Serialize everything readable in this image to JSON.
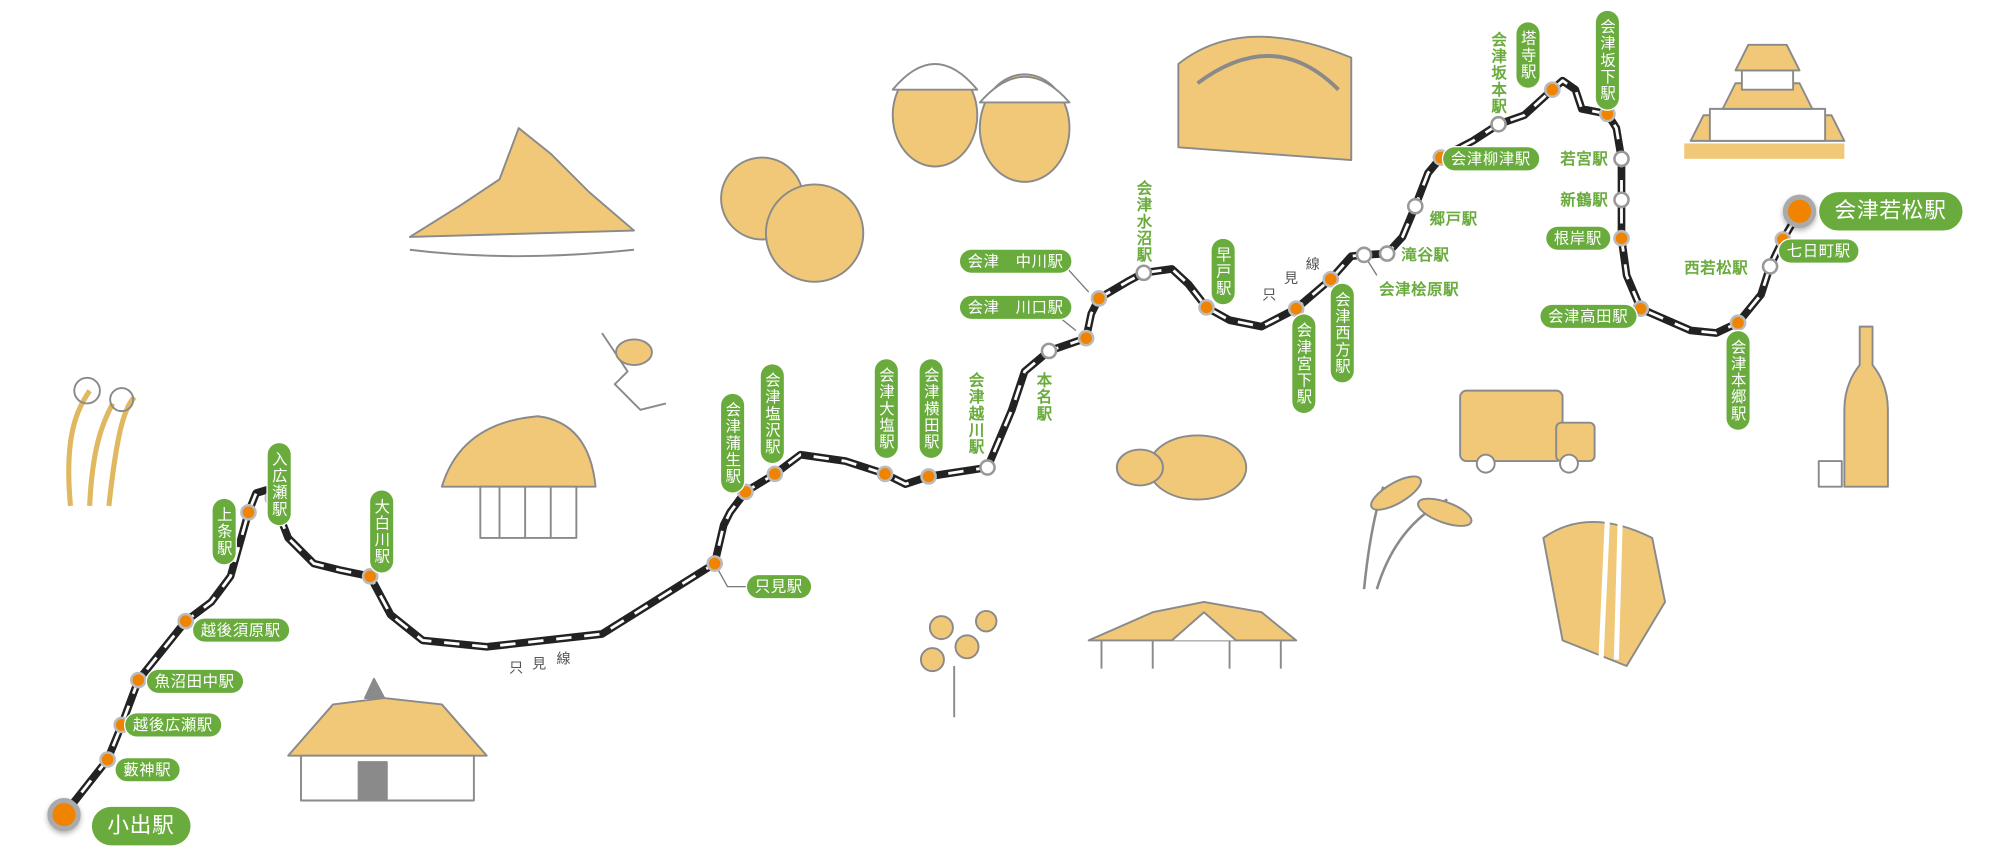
{
  "map": {
    "line_name_chars": [
      "只",
      "見",
      "線"
    ],
    "colors": {
      "label_green": "#6aab3e",
      "station_orange": "#f08300",
      "track": "#222222",
      "illustration_fill": "#f0c877"
    },
    "stations": [
      {
        "name": "小出駅",
        "type": "terminal"
      },
      {
        "name": "藪神駅",
        "type": "major"
      },
      {
        "name": "越後広瀬駅",
        "type": "major"
      },
      {
        "name": "魚沼田中駅",
        "type": "major"
      },
      {
        "name": "越後須原駅",
        "type": "major"
      },
      {
        "name": "上条駅",
        "type": "major"
      },
      {
        "name": "入広瀬駅",
        "type": "major"
      },
      {
        "name": "大白川駅",
        "type": "major"
      },
      {
        "name": "只見駅",
        "type": "major"
      },
      {
        "name": "会津蒲生駅",
        "type": "major"
      },
      {
        "name": "会津塩沢駅",
        "type": "major"
      },
      {
        "name": "会津大塩駅",
        "type": "major"
      },
      {
        "name": "会津横田駅",
        "type": "major"
      },
      {
        "name": "会津越川駅",
        "type": "minor"
      },
      {
        "name": "本名駅",
        "type": "minor"
      },
      {
        "name": "会津　川口駅",
        "type": "major"
      },
      {
        "name": "会津　中川駅",
        "type": "major"
      },
      {
        "name": "会津水沼駅",
        "type": "minor"
      },
      {
        "name": "早戸駅",
        "type": "major"
      },
      {
        "name": "会津宮下駅",
        "type": "major"
      },
      {
        "name": "会津西方駅",
        "type": "major"
      },
      {
        "name": "会津桧原駅",
        "type": "minor"
      },
      {
        "name": "滝谷駅",
        "type": "minor"
      },
      {
        "name": "郷戸駅",
        "type": "minor"
      },
      {
        "name": "会津柳津駅",
        "type": "major"
      },
      {
        "name": "会津坂本駅",
        "type": "minor"
      },
      {
        "name": "塔寺駅",
        "type": "major"
      },
      {
        "name": "会津坂下駅",
        "type": "major"
      },
      {
        "name": "若宮駅",
        "type": "minor"
      },
      {
        "name": "新鶴駅",
        "type": "minor"
      },
      {
        "name": "根岸駅",
        "type": "major"
      },
      {
        "name": "会津高田駅",
        "type": "major"
      },
      {
        "name": "会津本郷駅",
        "type": "major"
      },
      {
        "name": "西若松駅",
        "type": "minor"
      },
      {
        "name": "七日町駅",
        "type": "major"
      },
      {
        "name": "会津若松駅",
        "type": "terminal"
      }
    ]
  }
}
